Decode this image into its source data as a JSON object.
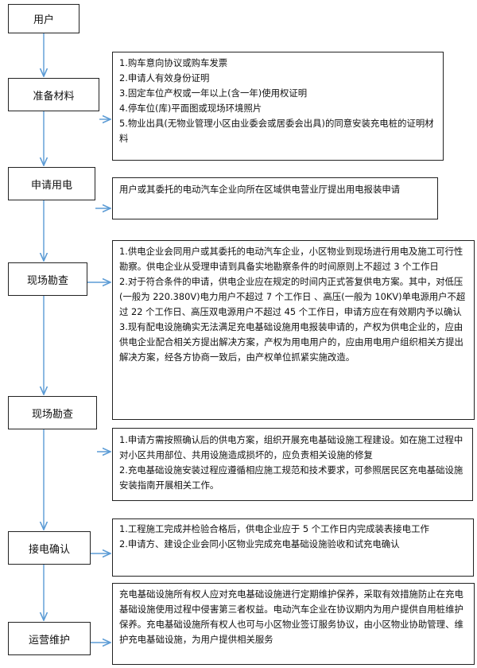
{
  "steps": {
    "user": "用户",
    "prepare": "准备材料",
    "apply": "申请用电",
    "survey1": "现场勘查",
    "survey2": "现场勘查",
    "connect": "接电确认",
    "operate": "运营维护"
  },
  "details": {
    "prepare": [
      "1.购车意向协议或购车发票",
      "2.申请人有效身份证明",
      "3.固定车位产权或一年以上(含一年)使用权证明",
      "4.停车位(库)平面图或现场环境照片",
      "5.物业出具(无物业管理小区由业委会或居委会出具)的同意安装充电桩的证明材料"
    ],
    "apply": [
      "用户或其委托的电动汽车企业向所在区域供电营业厅提出用电报装申请"
    ],
    "survey1": [
      "1.供电企业会同用户或其委托的电动汽车企业，小区物业到现场进行用电及施工可行性勘察。供电企业从受理申请到具备实地勘察条件的时间原则上不超过 3 个工作日",
      "2.对于符合条件的申请，供电企业应在规定的时间内正式答复供电方案。其中，对低压(一般为 220.380V)电力用户不超过 7 个工作日 、高压(一般为 10KV)单电源用户不超过 22 个工作日、高压双电源用户不超过 45 个工作日，申请方应在有效期内予以确认",
      "3.现有配电设施确实无法满足充电基础设施用电报装申请的，产权为供电企业的，应由供电企业配合相关方提出解决方案，产权为用电用户的，应由用电用户组织相关方提出解决方案，经各方协商一致后，由产权单位抓紧实施改造。"
    ],
    "survey2": [
      "1.申请方需按照确认后的供电方案，组织开展充电基础设施工程建设。如在施工过程中对小区共用部位、共用设施造成损坏的，应负责相关设施的修复",
      "2.充电基础设施安装过程应遵循相应施工规范和技术要求，可参照居民区充电基础设施安装指南开展相关工作。"
    ],
    "connect": [
      "1.工程施工完成并检验合格后，供电企业应于 5 个工作日内完成装表接电工作",
      "2.申请方、建设企业会同小区物业完成充电基础设施验收和试充电确认"
    ],
    "operate": [
      "充电基础设施所有权人应对充电基础设施进行定期维护保养，采取有效措施防止在充电基础设施使用过程中侵害第三者权益。电动汽车企业在协议期内为用户提供自用桩维护保养。充电基础设施所有权人也可与小区物业签订服务协议，由小区物业协助管理、维护充电基础设施，为用户提供相关服务"
    ]
  },
  "colors": {
    "arrow": "#5b9bd5",
    "border": "#222222"
  }
}
